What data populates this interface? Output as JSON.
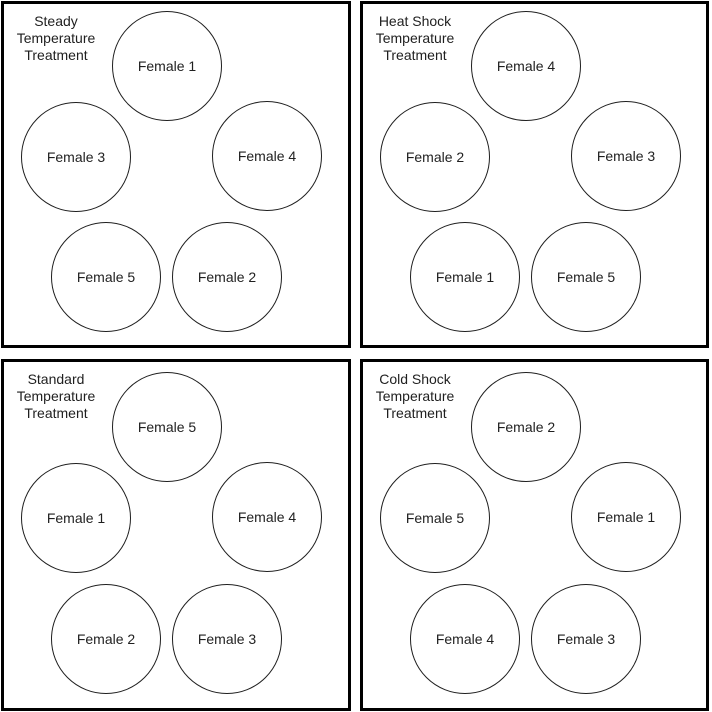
{
  "figure": {
    "description": "Four-panel temperature treatment layout diagram, five female subjects arranged in a pentagon per panel",
    "background_color": "#ffffff",
    "panel_border_color": "#000000",
    "circle_border_color": "#1f1f1f",
    "text_color": "#1f1f1f"
  },
  "panels": [
    {
      "title": "Steady\nTemperature\nTreatment",
      "circles": [
        {
          "position": "top",
          "label": "Female 1"
        },
        {
          "position": "left",
          "label": "Female 3"
        },
        {
          "position": "right",
          "label": "Female 4"
        },
        {
          "position": "bottom-left",
          "label": "Female 5"
        },
        {
          "position": "bottom-right",
          "label": "Female 2"
        }
      ]
    },
    {
      "title": "Heat Shock\nTemperature\nTreatment",
      "circles": [
        {
          "position": "top",
          "label": "Female 4"
        },
        {
          "position": "left",
          "label": "Female 2"
        },
        {
          "position": "right",
          "label": "Female 3"
        },
        {
          "position": "bottom-left",
          "label": "Female 1"
        },
        {
          "position": "bottom-right",
          "label": "Female 5"
        }
      ]
    },
    {
      "title": "Standard\nTemperature\nTreatment",
      "circles": [
        {
          "position": "top",
          "label": "Female 5"
        },
        {
          "position": "left",
          "label": "Female 1"
        },
        {
          "position": "right",
          "label": "Female 4"
        },
        {
          "position": "bottom-left",
          "label": "Female 2"
        },
        {
          "position": "bottom-right",
          "label": "Female 3"
        }
      ]
    },
    {
      "title": "Cold Shock\nTemperature\nTreatment",
      "circles": [
        {
          "position": "top",
          "label": "Female 2"
        },
        {
          "position": "left",
          "label": "Female 5"
        },
        {
          "position": "right",
          "label": "Female 1"
        },
        {
          "position": "bottom-left",
          "label": "Female 4"
        },
        {
          "position": "bottom-right",
          "label": "Female 3"
        }
      ]
    }
  ]
}
